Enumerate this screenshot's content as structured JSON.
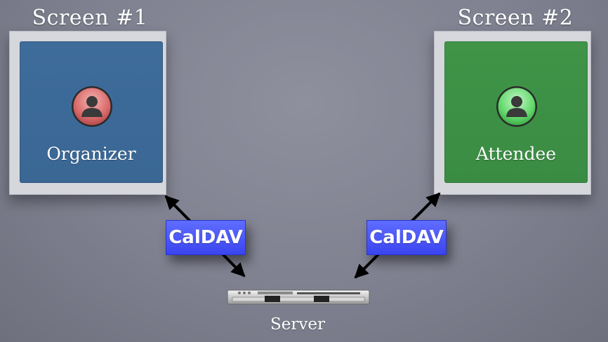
{
  "screens": [
    {
      "title": "Screen #1",
      "label": "Organizer",
      "panel_color": "#3c6a99",
      "avatar_color": "#e07c7c"
    },
    {
      "title": "Screen #2",
      "label": "Attendee",
      "panel_color": "#3d9146",
      "avatar_color": "#6ee07a"
    }
  ],
  "connections": [
    {
      "label": "CalDAV",
      "from": "Screen #1",
      "to": "Server"
    },
    {
      "label": "CalDAV",
      "from": "Screen #2",
      "to": "Server"
    }
  ],
  "server": {
    "label": "Server",
    "icon": "rack-server-icon"
  },
  "colors": {
    "caldav_badge": "#4a55f5",
    "background": "#868896"
  }
}
